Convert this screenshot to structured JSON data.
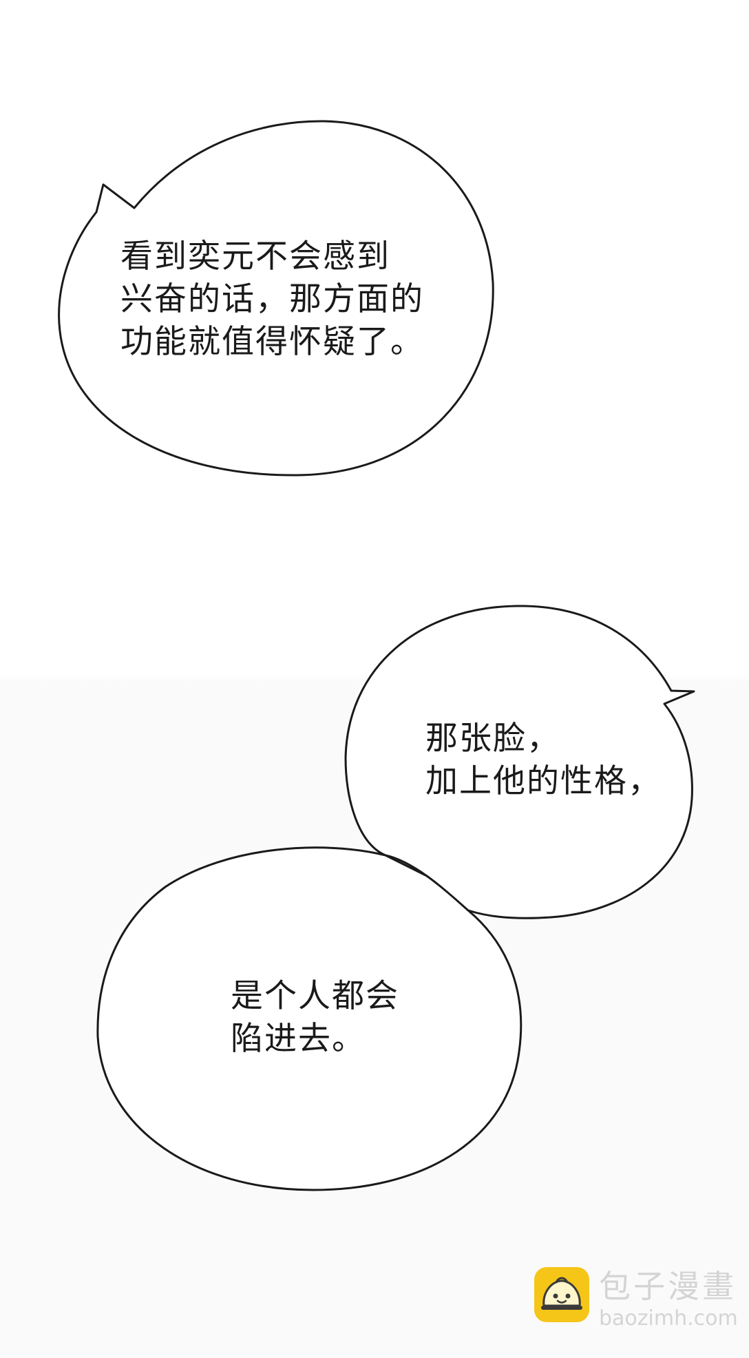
{
  "bubbles": [
    {
      "lines": [
        "看到奕元不会感到",
        "兴奋的话，那方面的",
        "功能就值得怀疑了。"
      ]
    },
    {
      "lines": [
        "那张脸，",
        "加上他的性格，"
      ]
    },
    {
      "lines": [
        "是个人都会",
        "陷进去。"
      ]
    }
  ],
  "watermark": {
    "name": "包子漫畫",
    "url": "baozimh.com",
    "logo_icon": "steamed-bun-icon",
    "logo_color": "#f5c518",
    "text_color": "#d4d4d4"
  }
}
